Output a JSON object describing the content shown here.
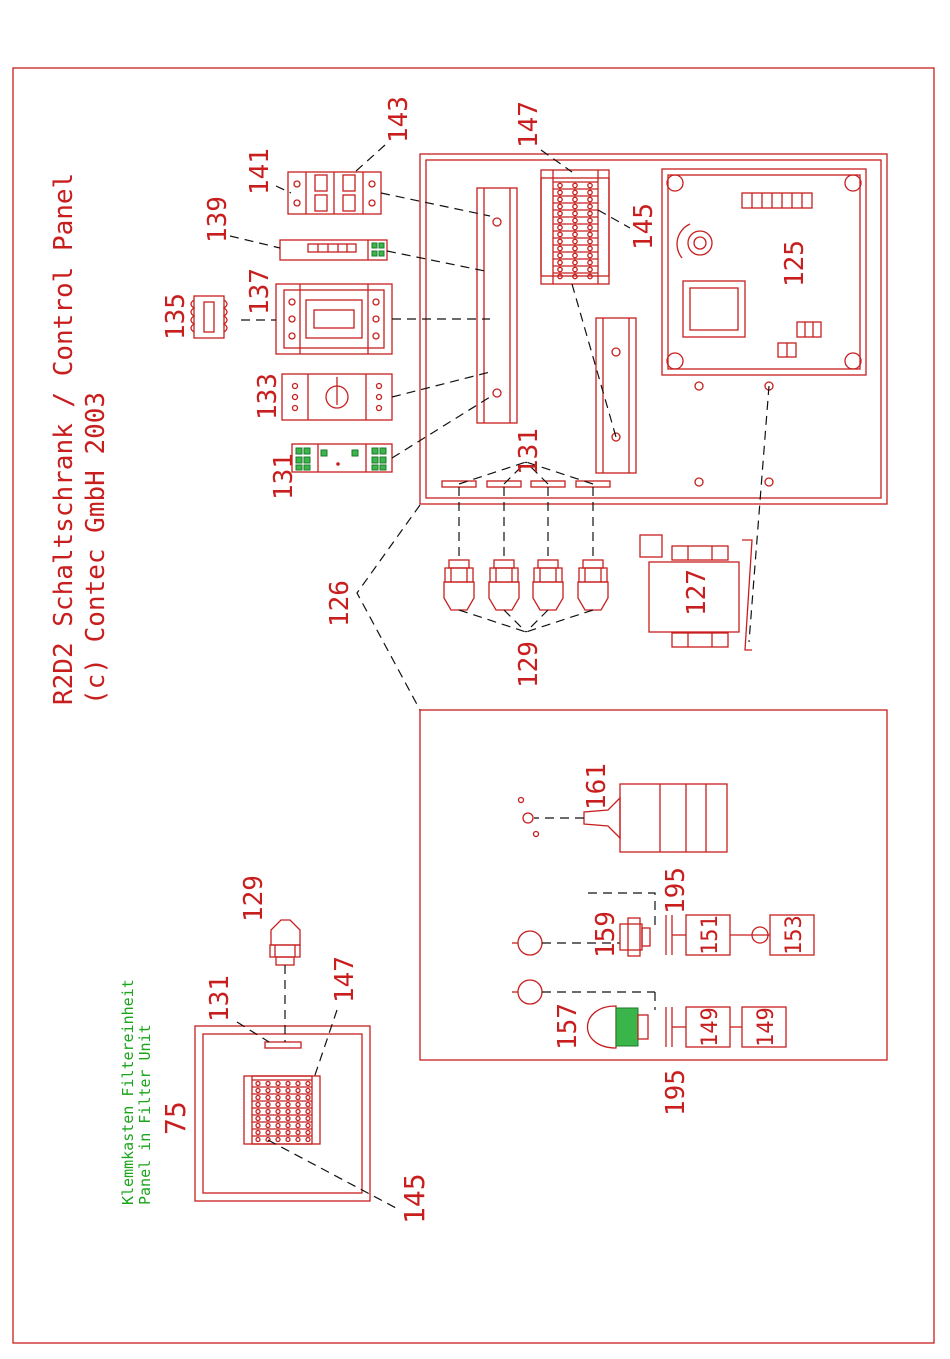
{
  "title": {
    "line1": "R2D2 Schaltschrank / Control Panel",
    "line2": "(c) Contec GmbH 2003"
  },
  "filter_unit": {
    "line1": "Klemmkasten Filtereinheit",
    "line2": "Panel in Filter Unit"
  },
  "colors": {
    "drawing": "#c81e1e",
    "leader": "#111111",
    "accent_green": "#1aa51a"
  },
  "labels": {
    "n75": "75",
    "n125": "125",
    "n126": "126",
    "n127": "127",
    "n129_main": "129",
    "n129_filter": "129",
    "n131_left": "131",
    "n131_bus": "131",
    "n131_filter": "131",
    "n133": "133",
    "n135": "135",
    "n137": "137",
    "n139": "139",
    "n141": "141",
    "n143": "143",
    "n145_main": "145",
    "n145_filter": "145",
    "n147_main": "147",
    "n147_filter": "147",
    "n149a": "149",
    "n149b": "149",
    "n151": "151",
    "n153": "153",
    "n157": "157",
    "n159": "159",
    "n161": "161",
    "n195_top": "195",
    "n195_bottom": "195"
  }
}
